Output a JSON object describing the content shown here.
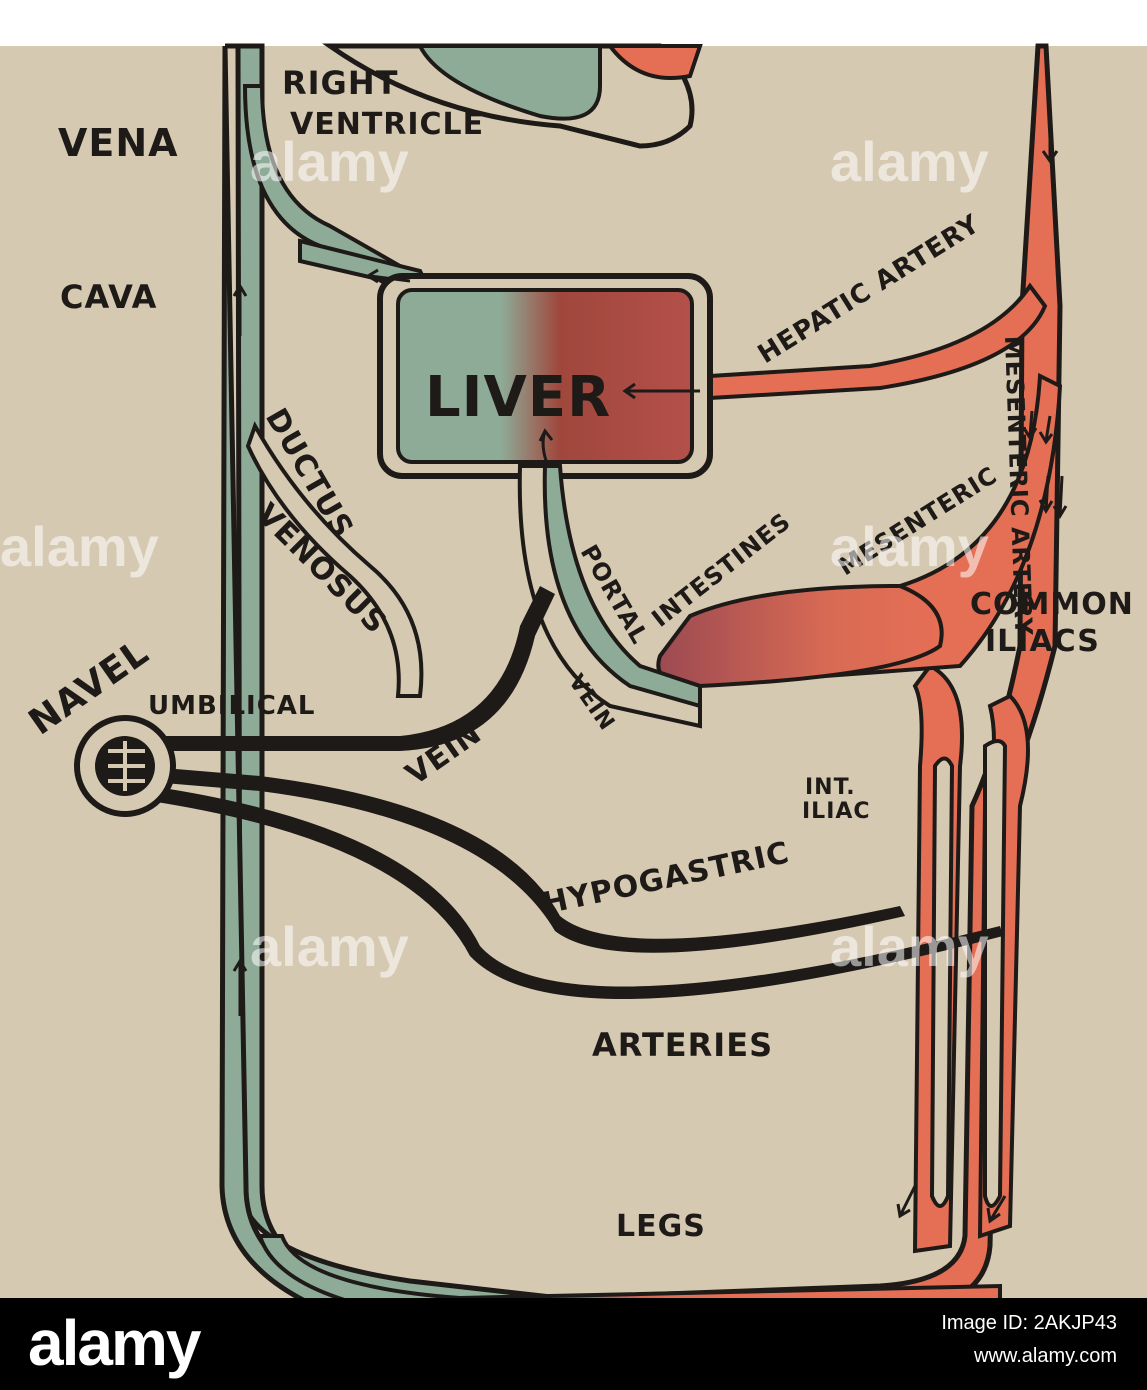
{
  "diagram": {
    "labels": {
      "right_ventricle_1": "RIGHT",
      "right_ventricle_2": "VENTRICLE",
      "vena": "VENA",
      "cava": "CAVA",
      "hepatic_artery": "HEPATIC ARTERY",
      "liver": "LIVER",
      "mesenteric_artery": "MESENTERIC ARTERY",
      "ductus": "DUCTUS",
      "venosus": "VENOSUS",
      "portal": "PORTAL",
      "intestines": "INTESTINES",
      "mesenteric": "MESENTERIC",
      "common": "COMMON",
      "iliacs": "ILIACS",
      "navel": "NAVEL",
      "umbilical": "UMBILICAL",
      "vein_portal": "VEIN",
      "vein_umbilical": "VEIN",
      "int": "INT.",
      "iliac": "ILIAC",
      "hypogastric": "HYPOGASTRIC",
      "arteries": "ARTERIES",
      "legs": "LEGS"
    },
    "colors": {
      "background": "#d6c9b2",
      "venous": "#8eab98",
      "arterial": "#e56f55",
      "liver_dark": "#a0473c",
      "outline": "#1e1a17"
    },
    "watermark": "alamy"
  },
  "footer": {
    "brand": "alamy",
    "image_id": "Image ID: 2AKJP43",
    "url": "www.alamy.com"
  }
}
